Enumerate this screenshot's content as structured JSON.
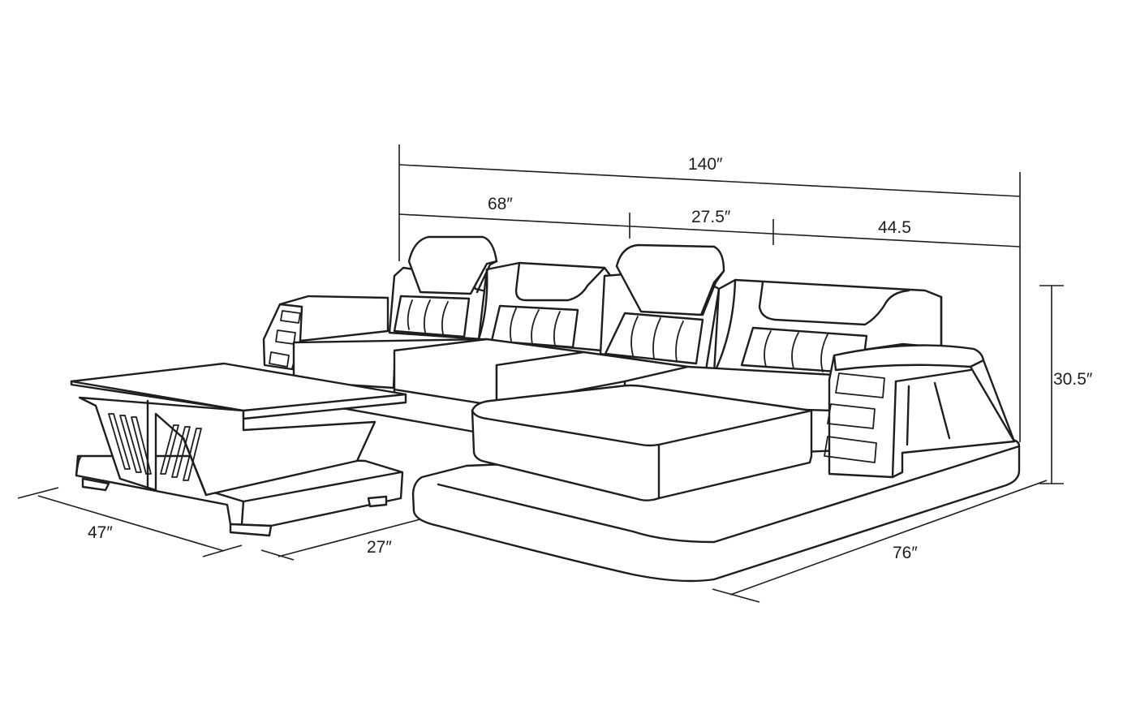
{
  "dimensions": {
    "total_width": "140″",
    "left_section": "68″",
    "middle_section": "27.5″",
    "right_section": "44.5",
    "height": "30.5″",
    "table_depth": "47″",
    "seat_depth": "27″",
    "chaise_depth": "76″"
  }
}
